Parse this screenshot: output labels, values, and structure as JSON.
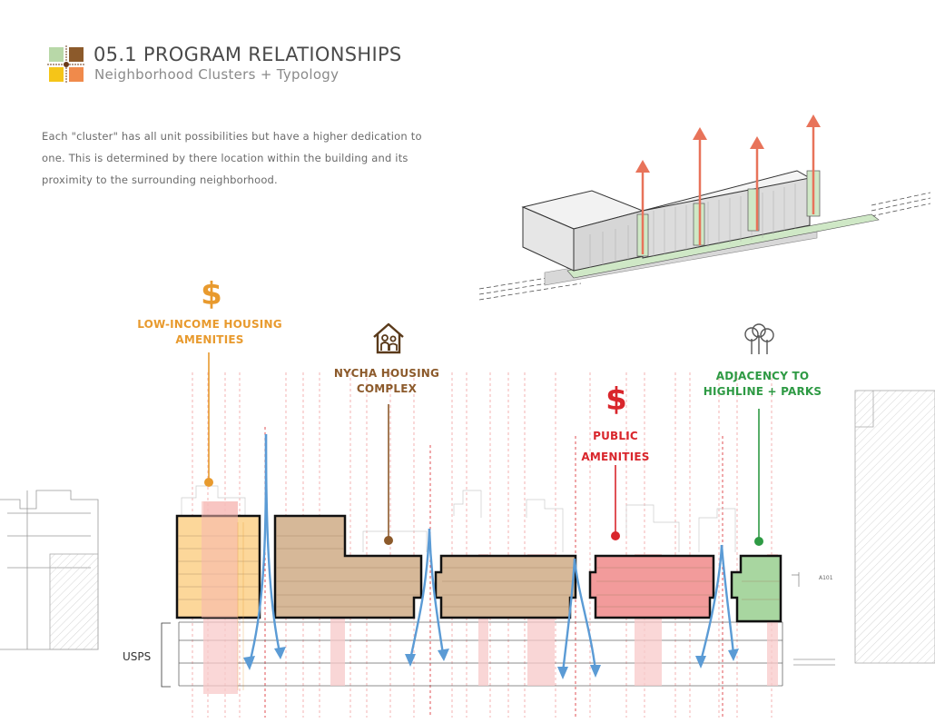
{
  "header": {
    "title": "05.1 PROGRAM RELATIONSHIPS",
    "subtitle": "Neighborhood Clusters + Typology"
  },
  "description": {
    "line1": "Each \"cluster\" has all unit possibilities but have a higher dedication to",
    "line2": "one. This is determined by there location within the building and its",
    "line3": "proximity to the surrounding neighborhood."
  },
  "labels": {
    "low_income": {
      "line1": "LOW-INCOME HOUSING",
      "line2": "AMENITIES"
    },
    "nycha": {
      "line1": "NYCHA HOUSING",
      "line2": "COMPLEX"
    },
    "public": {
      "line1": "PUBLIC",
      "line2": "AMENITIES"
    },
    "adjacency": {
      "line1": "ADJACENCY TO",
      "line2": "HIGHLINE + PARKS"
    },
    "dollar": "$",
    "usps": "USPS",
    "section_mark": "A101"
  },
  "colors": {
    "low_income": "#e89a2e",
    "nycha": "#8c5a2b",
    "public": "#d9262c",
    "adjacency": "#2e9a44",
    "arrow_blue": "#5b9bd5",
    "arrow_red": "#e8735a",
    "logo": [
      "#b8d8a8",
      "#8c5a2b",
      "#f5c518",
      "#f08a4b"
    ]
  },
  "icons": [
    "dollar-icon",
    "house-family-icon",
    "trees-icon"
  ]
}
